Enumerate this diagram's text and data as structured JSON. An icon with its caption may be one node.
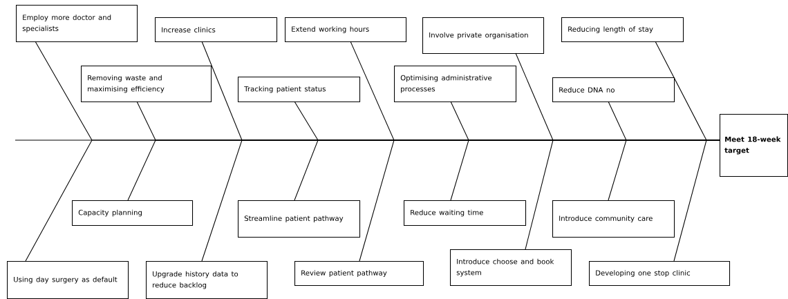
{
  "diagram": {
    "nodes": [
      {
        "text": [
          "Employ more doctor and specialists"
        ]
      },
      {
        "text": [
          "Removing waste and maximising efficiency"
        ]
      },
      {
        "text": [
          "Increase clinics"
        ]
      },
      {
        "text": [
          "Tracking patient status"
        ]
      },
      {
        "text": [
          "Extend working hours"
        ]
      },
      {
        "text": [
          "Optimising administrative processes"
        ]
      },
      {
        "text": [
          "Involve private organisation"
        ]
      },
      {
        "text": [
          "Reduce DNA no"
        ]
      },
      {
        "text": [
          "Reducing length of stay"
        ]
      },
      {
        "text": [
          "Using day surgery as default"
        ]
      },
      {
        "text": [
          "Capacity planning"
        ]
      },
      {
        "text": [
          "Upgrade history data to reduce backlog"
        ]
      },
      {
        "text": [
          "Streamline patient pathway"
        ]
      },
      {
        "text": [
          "Review patient pathway"
        ]
      },
      {
        "text": [
          "Reduce waiting time"
        ]
      },
      {
        "text": [
          "Introduce choose and book system"
        ]
      },
      {
        "text": [
          "Introduce community care"
        ]
      },
      {
        "text": [
          "Developing one stop clinic"
        ]
      },
      {
        "text": [
          "Meet 18-week target"
        ]
      }
    ],
    "edges": [
      {
        "from": 0,
        "to": 18,
        "arrow": "none"
      },
      {
        "from": 1,
        "to": 18,
        "arrow": "none"
      },
      {
        "from": 2,
        "to": 18,
        "arrow": "none"
      },
      {
        "from": 3,
        "to": 18,
        "arrow": "none"
      },
      {
        "from": 4,
        "to": 18,
        "arrow": "none"
      },
      {
        "from": 5,
        "to": 18,
        "arrow": "none"
      },
      {
        "from": 6,
        "to": 18,
        "arrow": "none"
      },
      {
        "from": 7,
        "to": 18,
        "arrow": "none"
      },
      {
        "from": 8,
        "to": 18,
        "arrow": "none"
      },
      {
        "from": 9,
        "to": 18,
        "arrow": "none"
      },
      {
        "from": 10,
        "to": 18,
        "arrow": "none"
      },
      {
        "from": 11,
        "to": 18,
        "arrow": "none"
      },
      {
        "from": 12,
        "to": 18,
        "arrow": "none"
      },
      {
        "from": 13,
        "to": 18,
        "arrow": "none"
      },
      {
        "from": 14,
        "to": 18,
        "arrow": "none"
      },
      {
        "from": 15,
        "to": 18,
        "arrow": "none"
      },
      {
        "from": 16,
        "to": 18,
        "arrow": "none"
      },
      {
        "from": 17,
        "to": 18,
        "arrow": "none"
      }
    ]
  }
}
